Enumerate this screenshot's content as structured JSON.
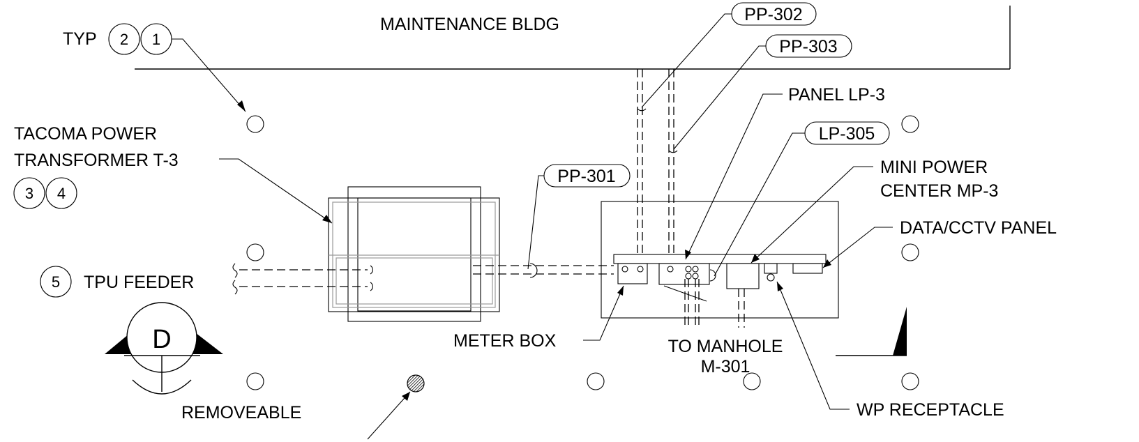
{
  "labels": {
    "building": "MAINTENANCE BLDG",
    "typ": "TYP",
    "transformer_line1": "TACOMA POWER",
    "transformer_line2": "TRANSFORMER T-3",
    "tpu_feeder": "TPU FEEDER",
    "panel_lp3": "PANEL LP-3",
    "mini_power_line1": "MINI POWER",
    "mini_power_line2": "CENTER MP-3",
    "data_cctv": "DATA/CCTV PANEL",
    "meter_box": "METER BOX",
    "to_manhole_line1": "TO MANHOLE",
    "to_manhole_line2": "M-301",
    "wp_receptacle": "WP RECEPTACLE",
    "removeable": "REMOVEABLE",
    "section_marker": "D"
  },
  "tags": {
    "pp302": "PP-302",
    "pp303": "PP-303",
    "pp301": "PP-301",
    "lp305": "LP-305"
  },
  "keynotes": {
    "n2": "2",
    "n1": "1",
    "n3": "3",
    "n4": "4",
    "n5": "5"
  }
}
